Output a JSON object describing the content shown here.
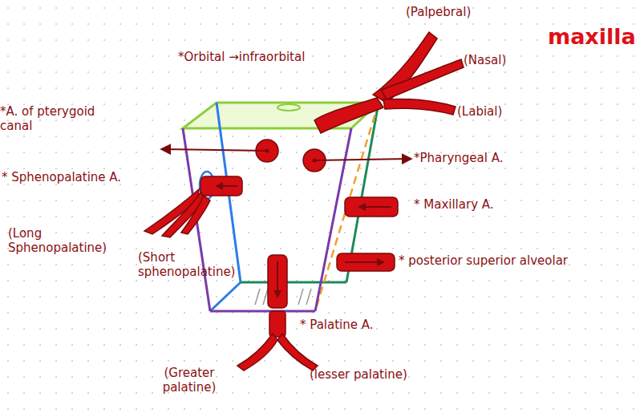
{
  "diagram": {
    "labels": [
      "(Palpebral)",
      "maxilla",
      "*Orbital →infraorbital",
      "(Nasal)",
      "(Labial)",
      "*A. of pterygoid canal",
      "*Pharyngeal A.",
      "* Sphenopalatine A.",
      "* Maxillary A.",
      "(Long Sphenopalatine)",
      "(Short sphenopalatine)",
      "* posterior superior alveolar",
      "* Palatine A.",
      "(Greater palatine)",
      "(lesser palatine)"
    ]
  }
}
